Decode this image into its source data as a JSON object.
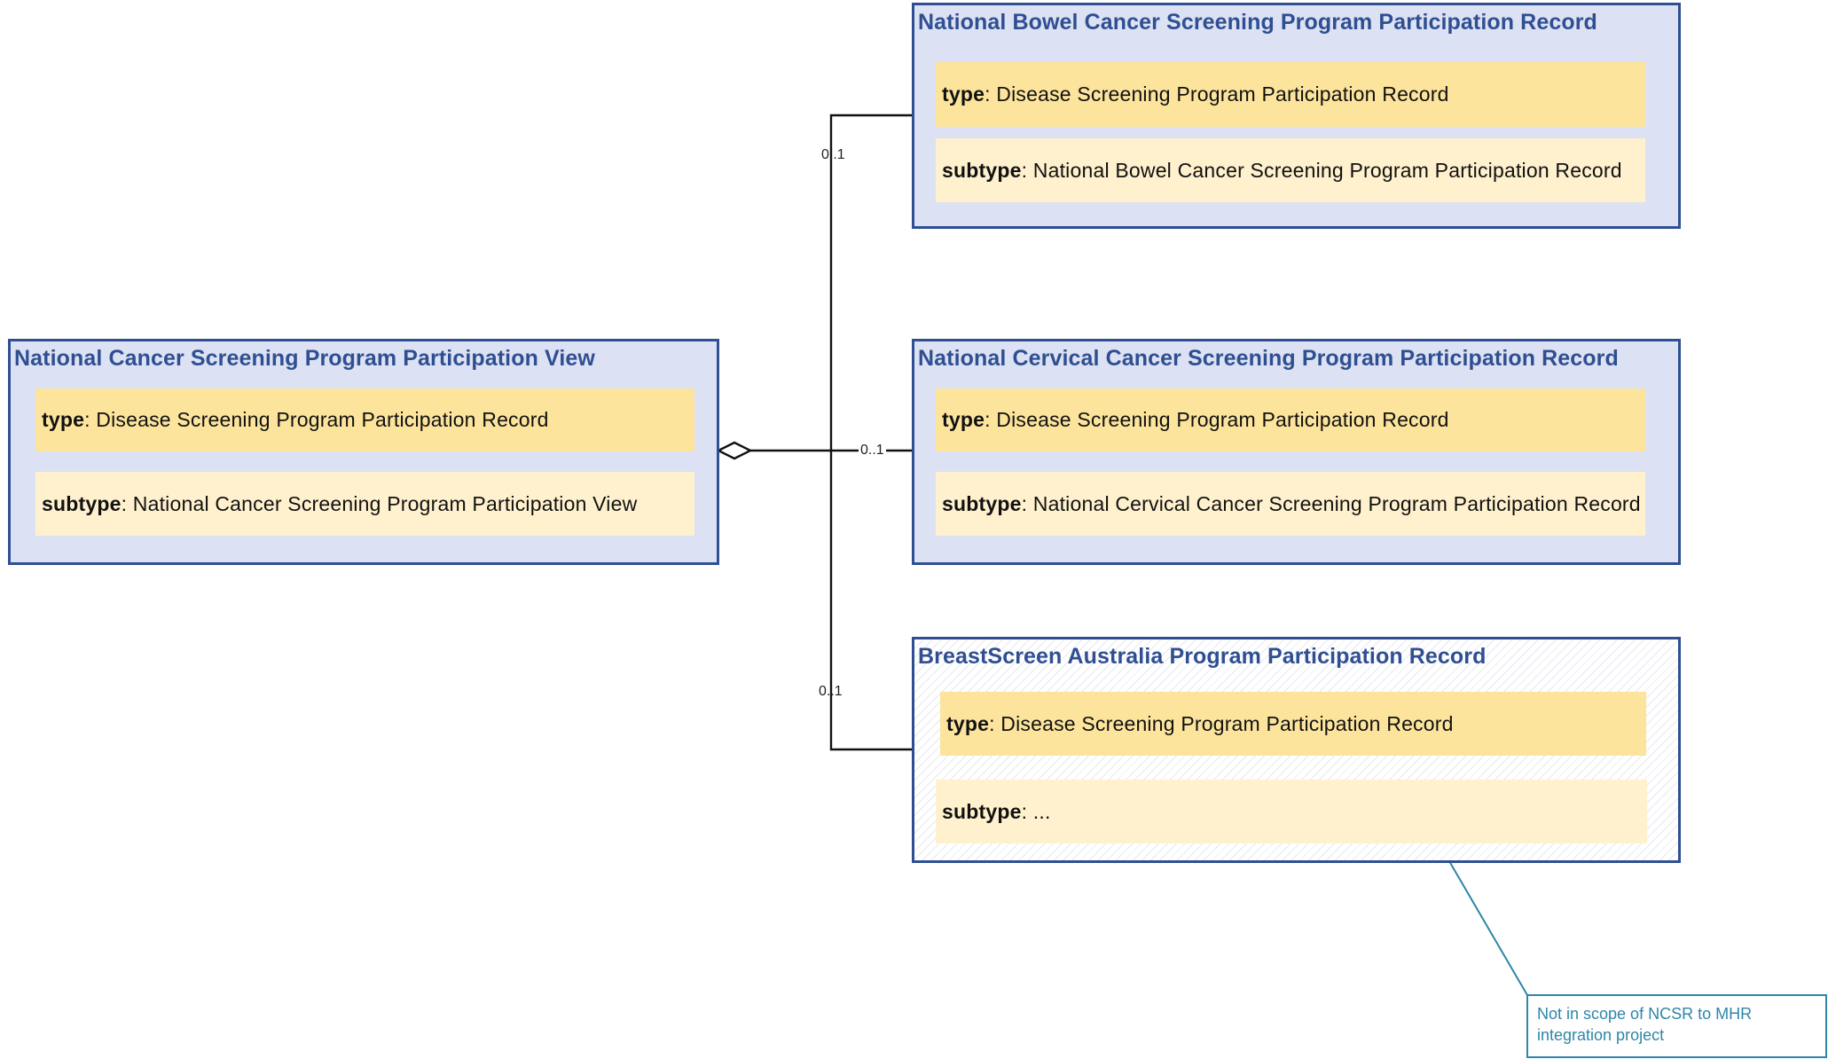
{
  "aggregate": {
    "title": "National Cancer Screening Program Participation View",
    "type_label": "type",
    "type_value": ": Disease Screening Program Participation Record",
    "subtype_label": "subtype",
    "subtype_value": ": National Cancer Screening Program Participation View"
  },
  "bowel": {
    "title": "National Bowel Cancer Screening Program Participation Record",
    "type_label": "type",
    "type_value": ": Disease Screening Program Participation Record",
    "subtype_label": "subtype",
    "subtype_value": ": National Bowel Cancer Screening Program Participation Record",
    "multiplicity": "0..1"
  },
  "cervical": {
    "title": "National Cervical Cancer Screening Program Participation Record",
    "type_label": "type",
    "type_value": ": Disease Screening Program Participation Record",
    "subtype_label": "subtype",
    "subtype_value": ": National Cervical Cancer Screening Program Participation Record",
    "multiplicity": "0..1"
  },
  "breast": {
    "title": "BreastScreen Australia Program Participation Record",
    "type_label": "type",
    "type_value": ": Disease Screening Program Participation Record",
    "subtype_label": "subtype",
    "subtype_value": ": ...",
    "multiplicity": "0..1"
  },
  "note": {
    "text": "Not in scope of NCSR to MHR integration project"
  },
  "colors": {
    "box_border": "#2f4f92",
    "box_fill": "#dce2f3",
    "type_fill": "#fde49c",
    "subtype_fill": "#fff1cd",
    "note_border": "#2e86a8"
  }
}
